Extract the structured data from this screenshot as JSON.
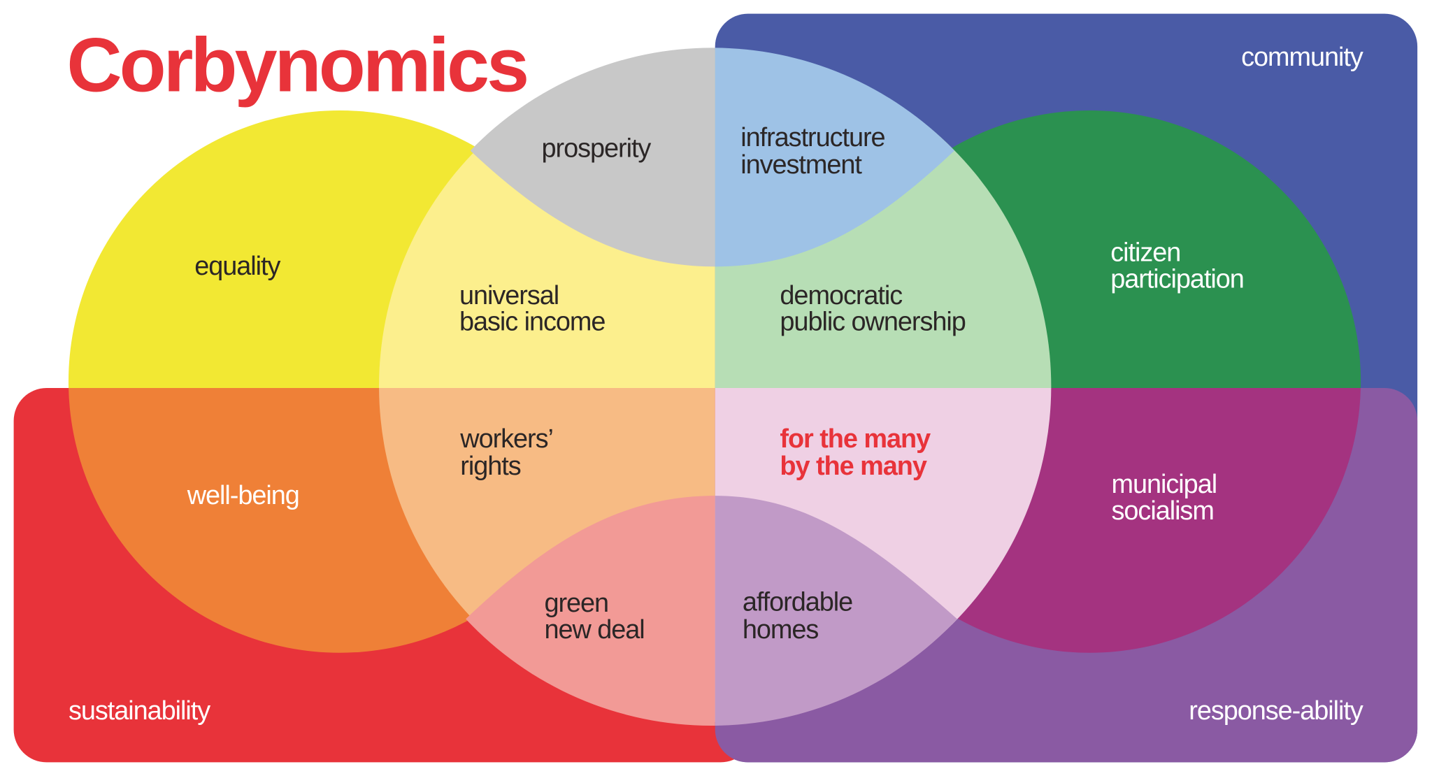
{
  "title": "Corbynomics",
  "corners": {
    "top_right": "community",
    "bottom_left": "sustainability",
    "bottom_right": "response-ability"
  },
  "regions": {
    "prosperity": "prosperity",
    "infrastructure": [
      "infrastructure",
      "investment"
    ],
    "equality": "equality",
    "ubi": [
      "universal",
      "basic income"
    ],
    "democratic": [
      "democratic",
      "public ownership"
    ],
    "citizen": [
      "citizen",
      "participation"
    ],
    "wellbeing": "well-being",
    "workers": [
      "workers’",
      "rights"
    ],
    "center": [
      "for the many",
      "by the many"
    ],
    "municipal": [
      "municipal",
      "socialism"
    ],
    "green": [
      "green",
      "new deal"
    ],
    "homes": [
      "affordable",
      "homes"
    ]
  },
  "colors": {
    "red": "#e8333a",
    "blue": "#4a5ba6",
    "purple": "#8a5aa3",
    "yellow": "#f2e833",
    "orange": "#ef8037",
    "green": "#2b9150",
    "magenta": "#a43380",
    "pale_yellow": "#fcef8d",
    "pale_green": "#b7deb5",
    "peach": "#f7bb84",
    "pale_pink": "#efd0e4",
    "gray": "#c8c8c8",
    "light_blue": "#9ec2e6",
    "salmon": "#f29a96",
    "lilac": "#c19ac7"
  }
}
